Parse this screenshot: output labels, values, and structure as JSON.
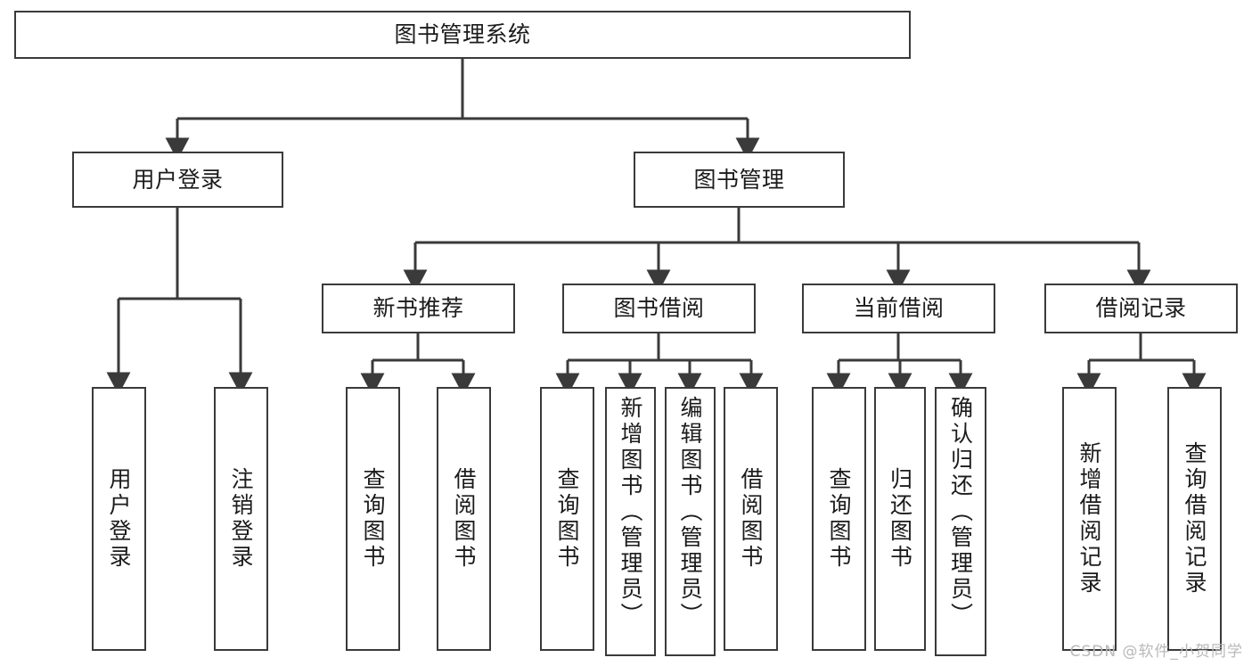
{
  "diagram": {
    "title": "图书管理系统",
    "type": "hierarchy-tree",
    "root": {
      "id": "root",
      "label": "图书管理系统",
      "orientation": "horizontal"
    },
    "level2": [
      {
        "id": "user-login",
        "label": "用户登录",
        "orientation": "horizontal"
      },
      {
        "id": "book-manage",
        "label": "图书管理",
        "orientation": "horizontal"
      }
    ],
    "level3": [
      {
        "id": "new-book-recommend",
        "label": "新书推荐",
        "orientation": "horizontal",
        "parent": "book-manage"
      },
      {
        "id": "book-borrow",
        "label": "图书借阅",
        "orientation": "horizontal",
        "parent": "book-manage"
      },
      {
        "id": "current-borrow",
        "label": "当前借阅",
        "orientation": "horizontal",
        "parent": "book-manage"
      },
      {
        "id": "borrow-record",
        "label": "借阅记录",
        "orientation": "horizontal",
        "parent": "book-manage"
      }
    ],
    "leaves": [
      {
        "id": "leaf-user-login",
        "label": "用户登录",
        "orientation": "vertical",
        "parent": "user-login"
      },
      {
        "id": "leaf-logout",
        "label": "注销登录",
        "orientation": "vertical",
        "parent": "user-login"
      },
      {
        "id": "leaf-query-book-1",
        "label": "查询图书",
        "orientation": "vertical",
        "parent": "new-book-recommend"
      },
      {
        "id": "leaf-borrow-book-1",
        "label": "借阅图书",
        "orientation": "vertical",
        "parent": "new-book-recommend"
      },
      {
        "id": "leaf-query-book-2",
        "label": "查询图书",
        "orientation": "vertical",
        "parent": "book-borrow"
      },
      {
        "id": "leaf-add-book",
        "label": "新增图书（管理员）",
        "orientation": "vertical",
        "parent": "book-borrow"
      },
      {
        "id": "leaf-edit-book",
        "label": "编辑图书（管理员）",
        "orientation": "vertical",
        "parent": "book-borrow"
      },
      {
        "id": "leaf-borrow-book-2",
        "label": "借阅图书",
        "orientation": "vertical",
        "parent": "book-borrow"
      },
      {
        "id": "leaf-query-book-3",
        "label": "查询图书",
        "orientation": "vertical",
        "parent": "current-borrow"
      },
      {
        "id": "leaf-return-book",
        "label": "归还图书",
        "orientation": "vertical",
        "parent": "current-borrow"
      },
      {
        "id": "leaf-confirm-return",
        "label": "确认归还（管理员）",
        "orientation": "vertical",
        "parent": "current-borrow"
      },
      {
        "id": "leaf-add-record",
        "label": "新增借阅记录",
        "orientation": "vertical",
        "parent": "borrow-record"
      },
      {
        "id": "leaf-query-record",
        "label": "查询借阅记录",
        "orientation": "vertical",
        "parent": "borrow-record"
      }
    ],
    "colors": {
      "border": "#3a3a3a",
      "text": "#1b1b1b",
      "background": "#ffffff",
      "connector": "#3a3a3a",
      "watermark": "#b9b9b9"
    }
  },
  "watermark": {
    "text": "CSDN @软件_小贺同学"
  }
}
